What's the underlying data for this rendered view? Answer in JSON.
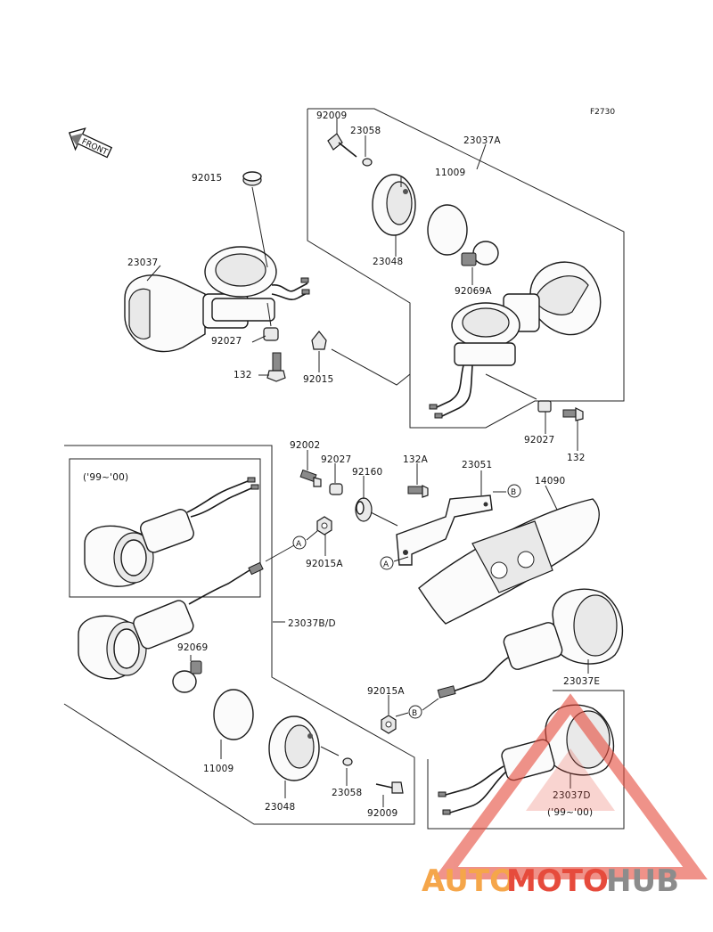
{
  "figure_code": "F2730",
  "front_label": "FRONT",
  "labels": {
    "p92009_top": "92009",
    "p23058_top": "23058",
    "p23037A": "23037A",
    "p11009_top": "11009",
    "p92015_top": "92015",
    "p23037": "23037",
    "p23048_top": "23048",
    "p92069A": "92069A",
    "p92027_left": "92027",
    "p132_left": "132",
    "p92015_mid": "92015",
    "p92027_right": "92027",
    "p132_right": "132",
    "p92002": "92002",
    "p92027_mid": "92027",
    "p92160": "92160",
    "p132A": "132A",
    "p23051": "23051",
    "p14090": "14090",
    "p92015A_top": "92015A",
    "p23037BD": "23037B/D",
    "p92069": "92069",
    "p11009_bot": "11009",
    "p23048_bot": "23048",
    "p23058_bot": "23058",
    "p92009_bot": "92009",
    "p92015A_bot": "92015A",
    "p23037E": "23037E",
    "p23037D": "23037D",
    "year_left": "('99~'00)",
    "year_right": "('99~'00)"
  },
  "callouts": {
    "a": "A",
    "b": "B"
  },
  "watermark": {
    "part1": "AUTO",
    "part2": "MOTO",
    "part3": "HUB"
  },
  "colors": {
    "watermark_orange": "#f5a64a",
    "watermark_red": "#e64b3c",
    "watermark_gray": "#8c8c8c"
  }
}
